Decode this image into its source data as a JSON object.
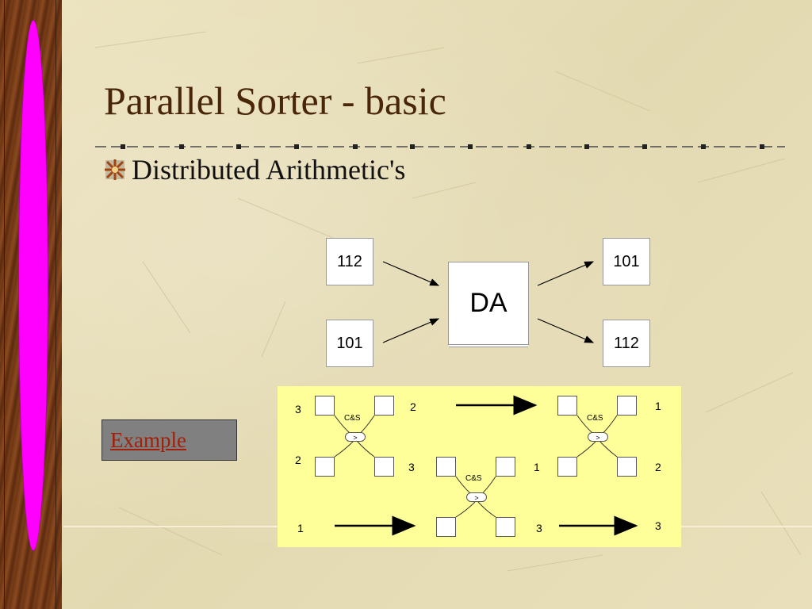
{
  "slide": {
    "title": "Parallel Sorter - basic",
    "bullet": "Distributed Arithmetic's",
    "colors": {
      "title": "#4a2608",
      "accent_ellipse": "#ff00ff",
      "link": "#a0200a",
      "diagram_bg": "#ffff99"
    }
  },
  "da_diagram": {
    "inputs": [
      "112",
      "101"
    ],
    "block": "DA",
    "outputs": [
      "101",
      "112"
    ]
  },
  "example_button": {
    "label": "Example"
  },
  "cs_network": {
    "unit_label": "C&S",
    "compare_symbol": ">",
    "left_unit": {
      "in_top": "3",
      "in_bottom": "2",
      "out_top": "2",
      "out_bottom": "3"
    },
    "right_unit": {
      "in_top": "1",
      "in_bottom": "2"
    },
    "bottom_unit": {
      "in_left": "3",
      "in_right": "1"
    },
    "row_bottom": {
      "left": "1",
      "middle": "3",
      "right": "3"
    }
  }
}
